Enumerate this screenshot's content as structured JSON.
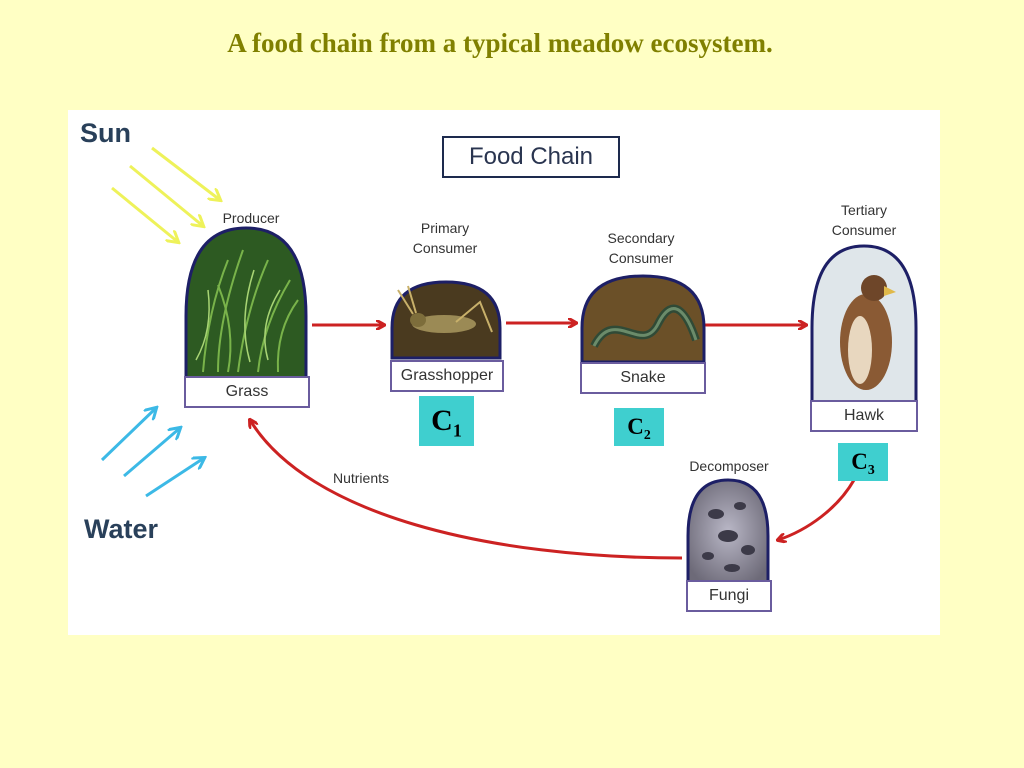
{
  "title": "A food chain from a typical meadow ecosystem.",
  "diagram": {
    "heading": "Food Chain",
    "sun_label": "Sun",
    "water_label": "Water",
    "nutrients_label": "Nutrients",
    "organisms": [
      {
        "role_line1": "Producer",
        "role_line2": "",
        "name": "Grass"
      },
      {
        "role_line1": "Primary",
        "role_line2": "Consumer",
        "name": "Grasshopper"
      },
      {
        "role_line1": "Secondary",
        "role_line2": "Consumer",
        "name": "Snake"
      },
      {
        "role_line1": "Tertiary",
        "role_line2": "Consumer",
        "name": "Hawk"
      },
      {
        "role_line1": "Decomposer",
        "role_line2": "",
        "name": "Fungi"
      }
    ],
    "consumer_tags": [
      {
        "letter": "C",
        "sub": "1"
      },
      {
        "letter": "C",
        "sub": "2"
      },
      {
        "letter": "C",
        "sub": "3"
      }
    ]
  },
  "colors": {
    "background": "#ffffc4",
    "title": "#808000",
    "arrow_red": "#cc2222",
    "sun_rays": "#eef25a",
    "water_arrows": "#3cb9e6",
    "tag_cyan": "#3fcfcf",
    "frame_outline": "#6a5c9e"
  }
}
